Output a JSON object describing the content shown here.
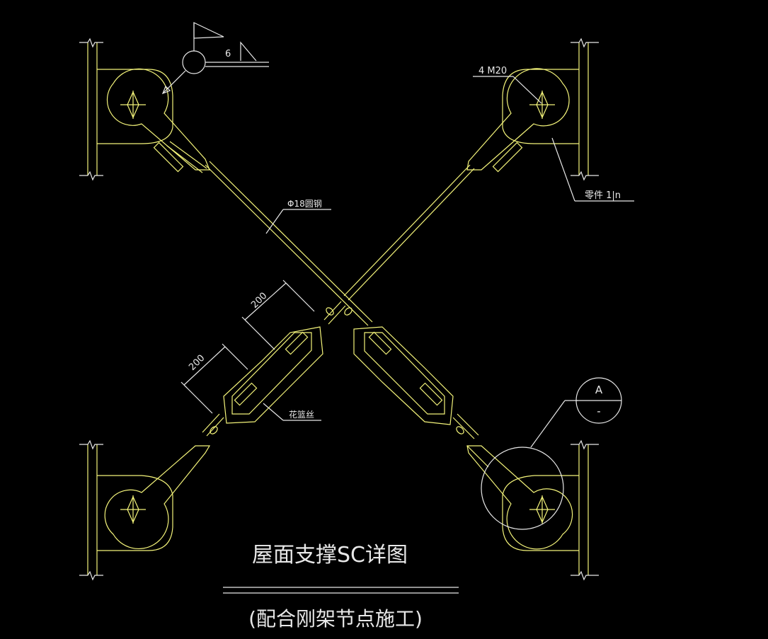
{
  "labels": {
    "weld_size": "6",
    "bolts": "4 M20",
    "part": "零件 1|n",
    "rod": "Φ18圆钢",
    "dim_upper": "200",
    "dim_lower": "200",
    "turnbuckle": "花篮丝",
    "section_top": "A",
    "section_bottom": "-"
  },
  "title": {
    "main": "屋面支撑SC详图",
    "sub": "(配合刚架节点施工)"
  },
  "colors": {
    "background": "#000000",
    "geometry": "#f4f47a",
    "annotation": "#e8e8e8"
  }
}
